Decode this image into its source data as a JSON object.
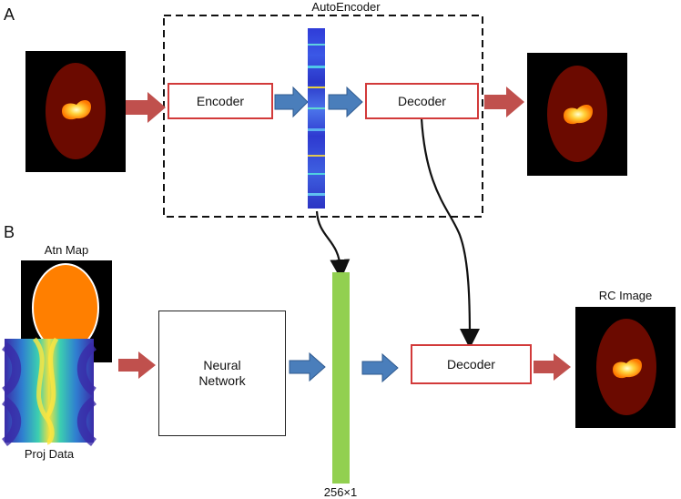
{
  "panels": {
    "a": "A",
    "b": "B"
  },
  "autoencoder": {
    "title": "AutoEncoder",
    "encoder_label": "Encoder",
    "decoder_label": "Decoder"
  },
  "network": {
    "atn_map_label": "Atn Map",
    "proj_data_label": "Proj Data",
    "neural_network_label": "Neural\nNetwork",
    "latent_size_label": "256×1",
    "decoder_label": "Decoder",
    "rc_image_label": "RC Image"
  },
  "colors": {
    "red_arrow": "#c0504d",
    "blue_arrow": "#4a7ebb",
    "latent_green": "#92d050",
    "box_red": "#d23a3a",
    "image_ellipse": "#6b0a00",
    "image_bg": "#000000",
    "atn_orange": "#ff7f00"
  }
}
